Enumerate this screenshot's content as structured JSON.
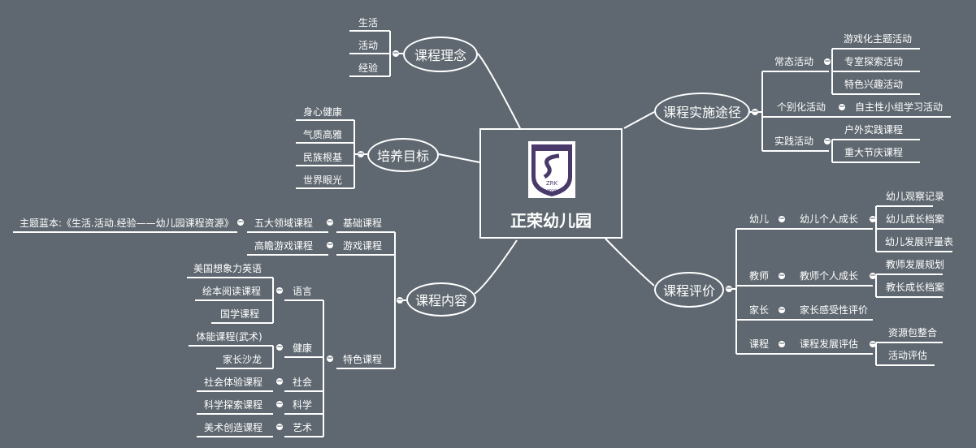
{
  "center": {
    "title": "正荣幼儿园",
    "logo_text": "正荣幼儿园",
    "logo_abbr": "ZRK",
    "logo_year": "2019"
  },
  "colors": {
    "background": "#5f6870",
    "line": "#ffffff",
    "logo_purple": "#4a3a6b"
  },
  "branches": {
    "kecheng_linian": {
      "label": "课程理念",
      "items": [
        "生活",
        "活动",
        "经验"
      ]
    },
    "peiyang_mubiao": {
      "label": "培养目标",
      "items": [
        "身心健康",
        "气质高雅",
        "民族根基",
        "世界眼光"
      ]
    },
    "kecheng_neirong": {
      "label": "课程内容",
      "jichu": {
        "label": "基础课程",
        "child": "五大领域课程",
        "leaf": "主题蓝本:《生活.活动.经验——幼儿园课程资源》"
      },
      "youxi": {
        "label": "游戏课程",
        "child": "高瞻游戏课程"
      },
      "tese": {
        "label": "特色课程",
        "groups": [
          {
            "label": "语言",
            "items": [
              "美国想象力英语",
              "绘本阅读课程",
              "国学课程"
            ]
          },
          {
            "label": "健康",
            "items": [
              "体能课程(武术)",
              "家长沙龙"
            ]
          },
          {
            "label": "社会",
            "items": [
              "社会体验课程"
            ]
          },
          {
            "label": "科学",
            "items": [
              "科学探索课程"
            ]
          },
          {
            "label": "艺术",
            "items": [
              "美术创造课程"
            ]
          }
        ]
      }
    },
    "shishi_tujing": {
      "label": "课程实施途径",
      "groups": [
        {
          "label": "常态活动",
          "items": [
            "游戏化主题活动",
            "专室探索活动",
            "特色兴趣活动"
          ]
        },
        {
          "label": "个别化活动",
          "items": [
            "自主性小组学习活动"
          ]
        },
        {
          "label": "实践活动",
          "items": [
            "户外实践课程",
            "重大节庆课程"
          ]
        }
      ]
    },
    "kecheng_pingjia": {
      "label": "课程评价",
      "groups": [
        {
          "label": "幼儿",
          "mid": "幼儿个人成长",
          "items": [
            "幼儿观察记录",
            "幼儿成长档案",
            "幼儿发展评量表"
          ]
        },
        {
          "label": "教师",
          "mid": "教师个人成长",
          "items": [
            "教师发展规划",
            "教长成长档案"
          ]
        },
        {
          "label": "家长",
          "mid": "家长感受性评价",
          "items": []
        },
        {
          "label": "课程",
          "mid": "课程发展评估",
          "items": [
            "资源包整合",
            "活动评估"
          ]
        }
      ]
    }
  }
}
